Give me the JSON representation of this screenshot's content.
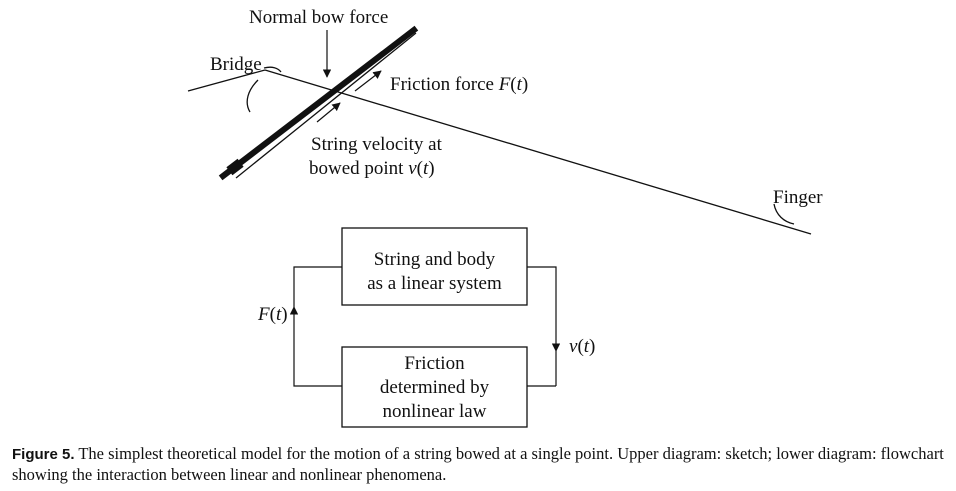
{
  "sketch": {
    "normal_bow_force": "Normal bow force",
    "bridge": "Bridge",
    "friction_force": "Friction force",
    "friction_force_symbol": "F",
    "string_velocity_line1": "String velocity at",
    "string_velocity_line2": "bowed point",
    "string_velocity_symbol": "v",
    "finger": "Finger"
  },
  "flowchart": {
    "top_box_line1": "String and body",
    "top_box_line2": "as a linear system",
    "bottom_box_line1": "Friction",
    "bottom_box_line2": "determined by",
    "bottom_box_line3": "nonlinear law",
    "left_signal_symbol": "F",
    "right_signal_symbol": "v",
    "time_arg": "t"
  },
  "caption": {
    "label": "Figure 5.",
    "text": "The simplest theoretical model for the motion of a string bowed at a single point. Upper diagram: sketch; lower diagram: flowchart showing the interaction between linear and nonlinear phenomena."
  }
}
